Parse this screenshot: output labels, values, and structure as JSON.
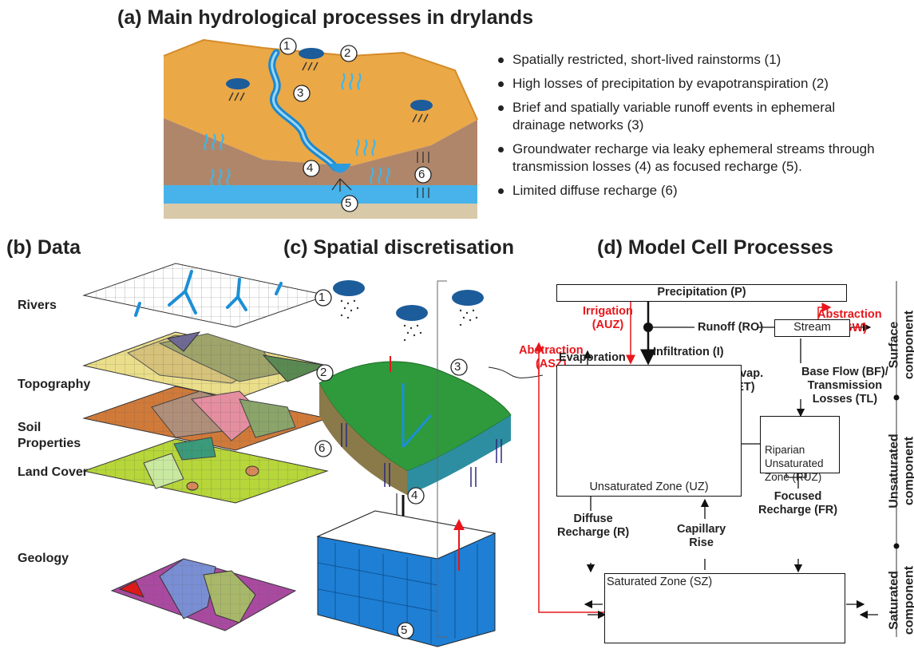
{
  "panel_a": {
    "title": "(a) Main hydrological processes in drylands",
    "bullets": [
      "Spatially restricted, short-lived rainstorms (1)",
      "High losses of precipitation by evapotranspiration (2)",
      "Brief and spatially variable runoff events in ephemeral drainage networks (3)",
      "Groundwater recharge via leaky ephemeral streams through transmission losses (4) as focused recharge (5).",
      "Limited diffuse recharge (6)"
    ],
    "markers": [
      "1",
      "2",
      "3",
      "4",
      "5",
      "6"
    ]
  },
  "panel_b": {
    "title": "(b) Data",
    "layers": [
      "Rivers",
      "Topography",
      "Soil Properties",
      "Land Cover",
      "Geology"
    ]
  },
  "panel_c": {
    "title": "(c) Spatial discretisation",
    "markers": [
      "1",
      "2",
      "3",
      "4",
      "5",
      "6"
    ]
  },
  "panel_d": {
    "title": "(d) Model Cell Processes",
    "precipitation": "Precipitation (P)",
    "irrigation": "Irrigation\n(AUZ)",
    "abstraction_sw": "Abstraction\n(ASW)",
    "abstraction_sz": "Abstraction\n(ASZ)",
    "runoff": "Runoff (RO)",
    "stream": "Stream",
    "infiltration": "Infiltration (I)",
    "evaporation": "Evaporation\n(AET)",
    "rip_evap": "Rip. Evap.\n(RAET)",
    "baseflow": "Base Flow (BF)/\nTransmission\nLosses (TL)",
    "uz": "Unsaturated Zone (UZ)",
    "ruz": "Riparian\nUnsaturated\nZone (RUZ)",
    "diffuse": "Diffuse\nRecharge (R)",
    "capillary": "Capillary\nRise",
    "focused": "Focused\nRecharge (FR)",
    "sz": "Saturated Zone (SZ)",
    "components": [
      "Surface\ncomponent",
      "Unsaturated\ncomponent",
      "Saturated\ncomponent"
    ]
  },
  "colors": {
    "accent_red": "#e8161b",
    "water_blue": "#1f8fd6",
    "terrain_orange": "#e8a23c",
    "green": "#2e9a3a"
  }
}
